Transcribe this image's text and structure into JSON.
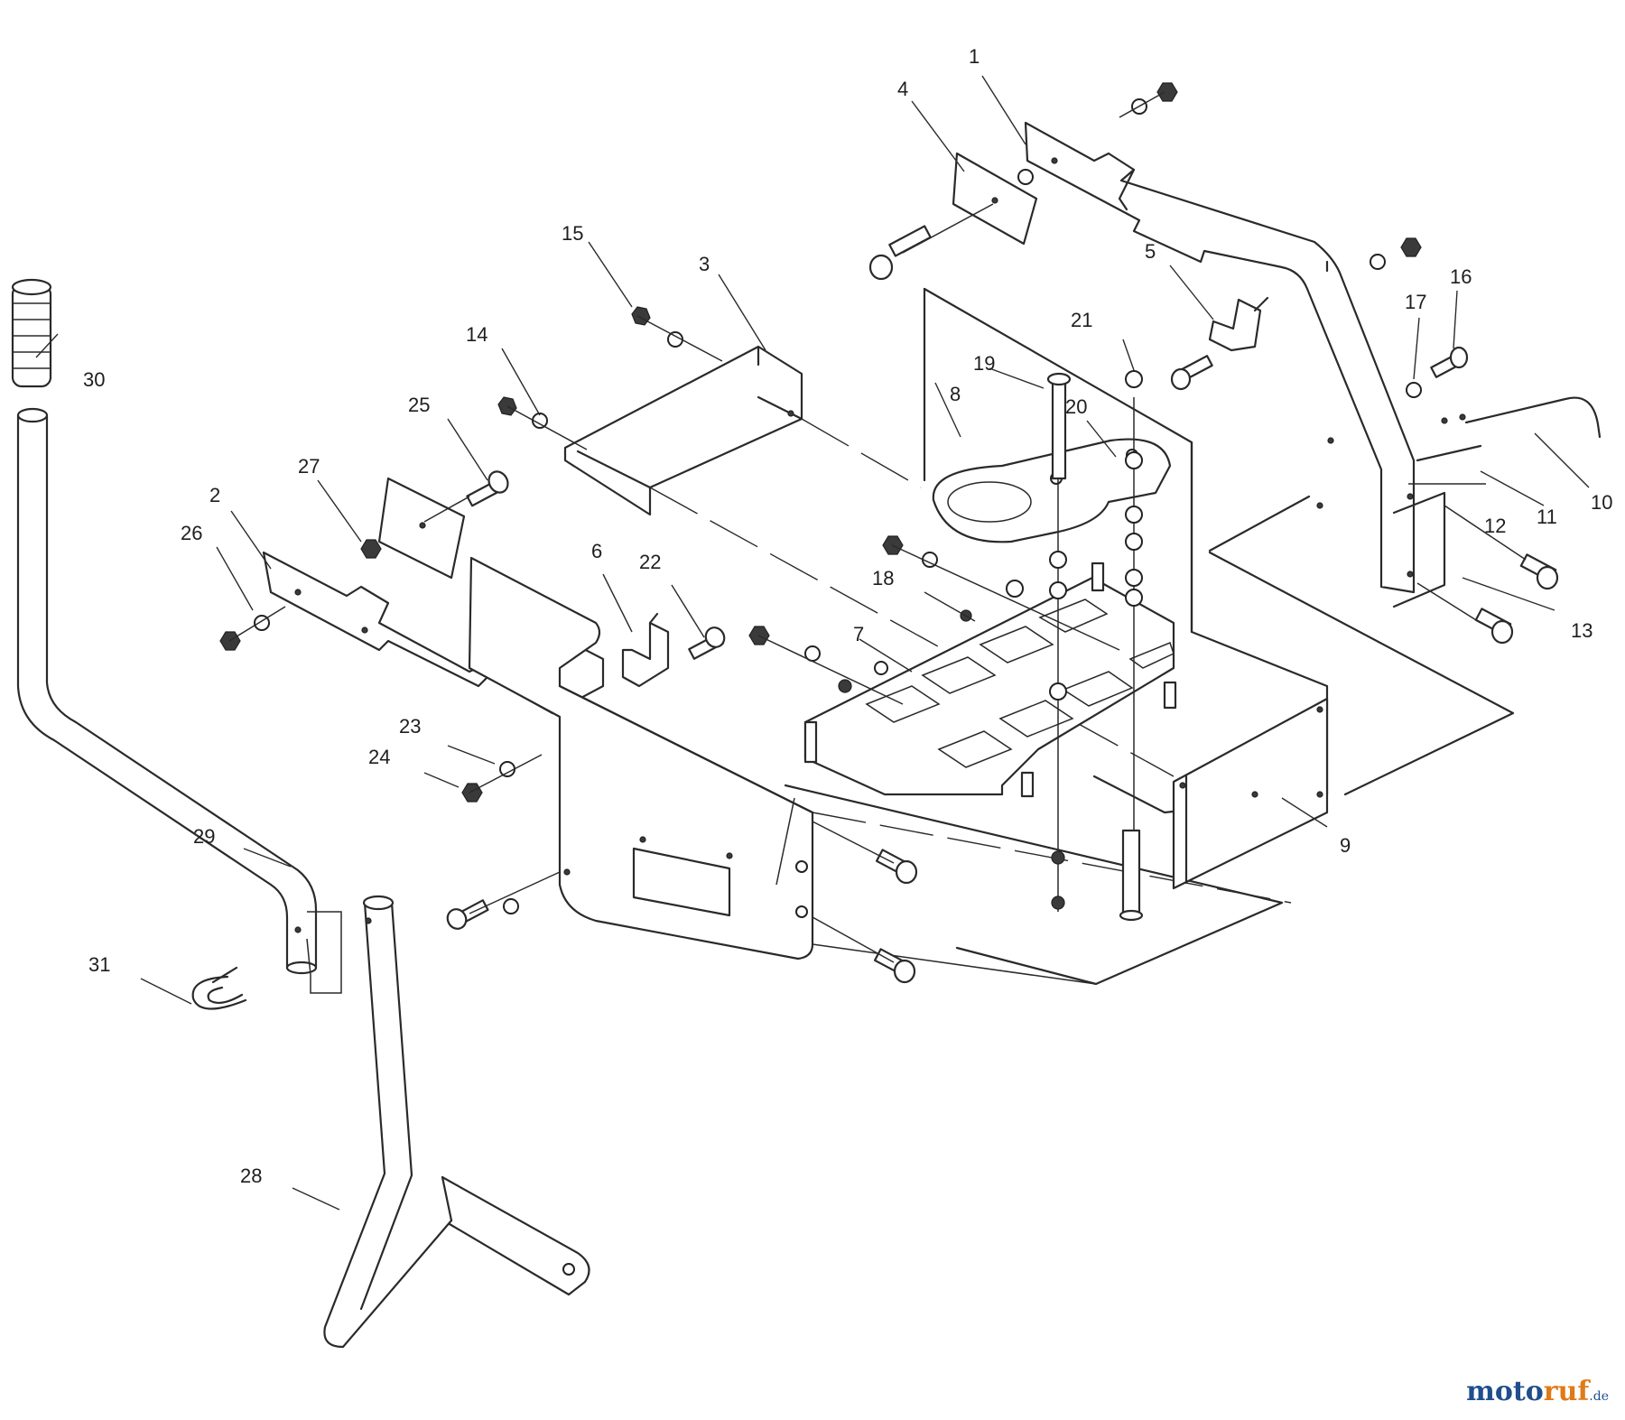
{
  "diagram": {
    "callouts": [
      {
        "id": "c1",
        "label": "1"
      },
      {
        "id": "c2",
        "label": "2"
      },
      {
        "id": "c3",
        "label": "3"
      },
      {
        "id": "c4",
        "label": "4"
      },
      {
        "id": "c5",
        "label": "5"
      },
      {
        "id": "c6",
        "label": "6"
      },
      {
        "id": "c7",
        "label": "7"
      },
      {
        "id": "c8",
        "label": "8"
      },
      {
        "id": "c9",
        "label": "9"
      },
      {
        "id": "c10",
        "label": "10"
      },
      {
        "id": "c11",
        "label": "11"
      },
      {
        "id": "c12",
        "label": "12"
      },
      {
        "id": "c13",
        "label": "13"
      },
      {
        "id": "c14",
        "label": "14"
      },
      {
        "id": "c15",
        "label": "15"
      },
      {
        "id": "c16",
        "label": "16"
      },
      {
        "id": "c17",
        "label": "17"
      },
      {
        "id": "c18",
        "label": "18"
      },
      {
        "id": "c19",
        "label": "19"
      },
      {
        "id": "c20",
        "label": "20"
      },
      {
        "id": "c21",
        "label": "21"
      },
      {
        "id": "c22",
        "label": "22"
      },
      {
        "id": "c23",
        "label": "23"
      },
      {
        "id": "c24",
        "label": "24"
      },
      {
        "id": "c25",
        "label": "25"
      },
      {
        "id": "c26",
        "label": "26"
      },
      {
        "id": "c27",
        "label": "27"
      },
      {
        "id": "c28",
        "label": "28"
      },
      {
        "id": "c29",
        "label": "29"
      },
      {
        "id": "c30",
        "label": "30"
      },
      {
        "id": "c31",
        "label": "31"
      }
    ]
  },
  "watermark": {
    "part1": "moto",
    "part2": "ruf",
    "part3": ".de"
  },
  "colors": {
    "line": "#2a2a2a",
    "watermark_blue": "#1f4e8c",
    "watermark_orange": "#e07a16"
  }
}
